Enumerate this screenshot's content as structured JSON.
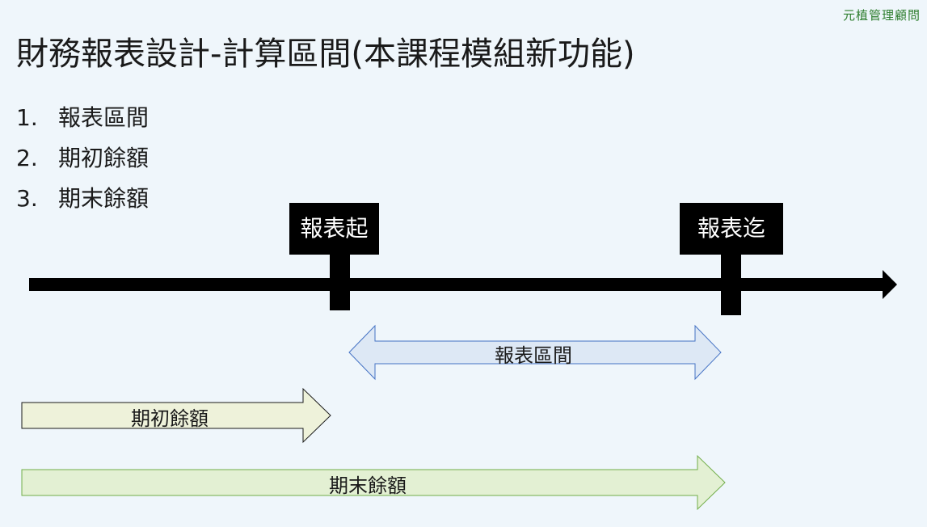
{
  "brand": "元植管理顧問",
  "title": "財務報表設計-計算區間(本課程模組新功能)",
  "list": [
    {
      "num": "1.",
      "label": "報表區間"
    },
    {
      "num": "2.",
      "label": "期初餘額"
    },
    {
      "num": "3.",
      "label": "期末餘額"
    }
  ],
  "timeline": {
    "start_label": "報表起",
    "end_label": "報表迄"
  },
  "arrows": {
    "period_label": "報表區間",
    "opening_label": "期初餘額",
    "closing_label": "期末餘額"
  },
  "colors": {
    "background": "#eff6fb",
    "period_fill": "#dde8f5",
    "period_stroke": "#4472c4",
    "opening_fill": "#eef2da",
    "opening_stroke": "#1a1a1a",
    "closing_fill": "#e3f0d3",
    "closing_stroke": "#70ad47"
  }
}
